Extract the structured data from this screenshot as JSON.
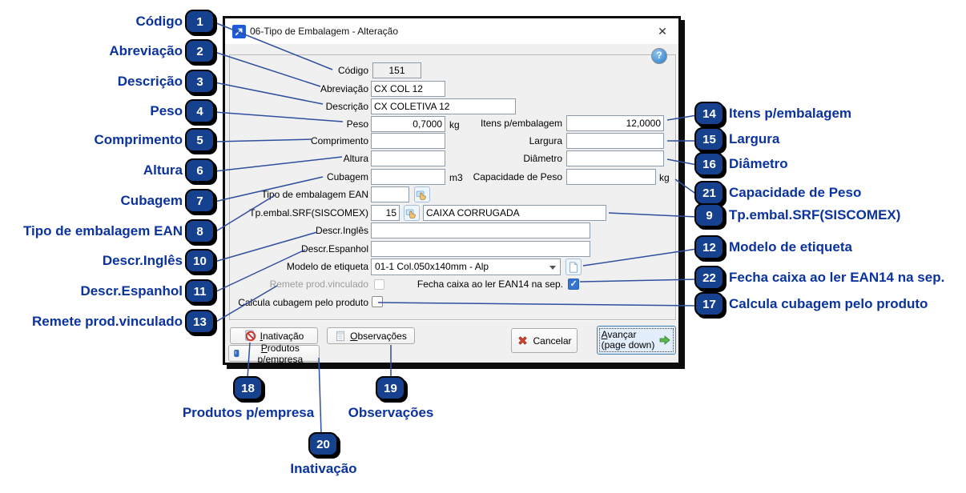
{
  "window": {
    "title": "06-Tipo de Embalagem - Alteração",
    "icons": {
      "close": "✕",
      "help": "?"
    }
  },
  "fields": {
    "codigo": {
      "label": "Código",
      "value": "151"
    },
    "abreviacao": {
      "label": "Abreviação",
      "value": "CX COL 12"
    },
    "descricao": {
      "label": "Descrição",
      "value": "CX COLETIVA 12"
    },
    "peso": {
      "label": "Peso",
      "value": "0,7000",
      "unit": "kg"
    },
    "itens_embalagem": {
      "label": "Itens p/embalagem",
      "value": "12,0000"
    },
    "comprimento": {
      "label": "Comprimento",
      "value": ""
    },
    "largura": {
      "label": "Largura",
      "value": ""
    },
    "altura": {
      "label": "Altura",
      "value": ""
    },
    "diametro": {
      "label": "Diâmetro",
      "value": ""
    },
    "cubagem": {
      "label": "Cubagem",
      "value": "",
      "unit": "m3"
    },
    "capacidade_peso": {
      "label": "Capacidade de Peso",
      "value": "",
      "unit": "kg"
    },
    "tipo_embalagem_ean": {
      "label": "Tipo de embalagem EAN",
      "value": ""
    },
    "tp_embal_srf": {
      "label": "Tp.embal.SRF(SISCOMEX)",
      "code": "15",
      "descricao": "CAIXA CORRUGADA"
    },
    "descr_ingles": {
      "label": "Descr.Inglês",
      "value": ""
    },
    "descr_espanhol": {
      "label": "Descr.Espanhol",
      "value": ""
    },
    "modelo_etiqueta": {
      "label": "Modelo de etiqueta",
      "value": "01-1 Col.050x140mm - Alp"
    },
    "remete_prod_vinculado": {
      "label": "Remete prod.vinculado",
      "checked": false
    },
    "fecha_caixa": {
      "label": "Fecha caixa ao ler EAN14 na sep.",
      "checked": true
    },
    "calcula_cubagem": {
      "label": "Calcula cubagem pelo produto",
      "checked": false
    }
  },
  "buttons": {
    "inativacao": {
      "accel": "I",
      "rest": "nativação"
    },
    "produtos_empresa": {
      "accel": "P",
      "rest": "rodutos p/empresa"
    },
    "observacoes": {
      "accel": "O",
      "rest": "bservações"
    },
    "cancelar": {
      "label": "Cancelar"
    },
    "avancar": {
      "accel": "A",
      "rest": "vançar",
      "line2": "(page down)"
    }
  },
  "callouts": {
    "left": [
      {
        "num": "1",
        "label": "Código"
      },
      {
        "num": "2",
        "label": "Abreviação"
      },
      {
        "num": "3",
        "label": "Descrição"
      },
      {
        "num": "4",
        "label": "Peso"
      },
      {
        "num": "5",
        "label": "Comprimento"
      },
      {
        "num": "6",
        "label": "Altura"
      },
      {
        "num": "7",
        "label": "Cubagem"
      },
      {
        "num": "8",
        "label": "Tipo de embalagem EAN"
      },
      {
        "num": "10",
        "label": "Descr.Inglês"
      },
      {
        "num": "11",
        "label": "Descr.Espanhol"
      },
      {
        "num": "13",
        "label": "Remete prod.vinculado"
      }
    ],
    "right": [
      {
        "num": "14",
        "label": "Itens p/embalagem"
      },
      {
        "num": "15",
        "label": "Largura"
      },
      {
        "num": "16",
        "label": "Diâmetro"
      },
      {
        "num": "21",
        "label": "Capacidade de Peso"
      },
      {
        "num": "9",
        "label": "Tp.embal.SRF(SISCOMEX)"
      },
      {
        "num": "12",
        "label": "Modelo de etiqueta"
      },
      {
        "num": "22",
        "label": "Fecha caixa ao ler EAN14 na sep."
      },
      {
        "num": "17",
        "label": "Calcula cubagem pelo produto"
      }
    ],
    "bottom": [
      {
        "num": "18",
        "label": "Produtos p/empresa"
      },
      {
        "num": "19",
        "label": "Observações"
      },
      {
        "num": "20",
        "label": "Inativação"
      }
    ]
  },
  "colors": {
    "badge_fill": "#15418f",
    "callout_text": "#0b339f",
    "connector": "#2f4f9f",
    "checked_checkbox": "#3574d4"
  }
}
